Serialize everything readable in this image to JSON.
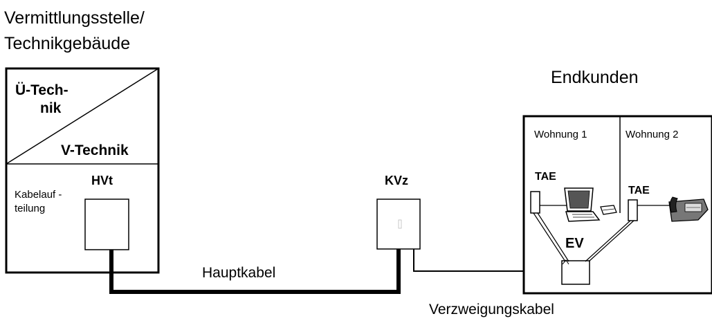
{
  "office": {
    "title_line1": "Vermittlungsstelle/",
    "title_line2": "Technikgebäude",
    "u_technik_line1": "Ü-Tech-",
    "u_technik_line2": "nik",
    "v_technik": "V-Technik",
    "hvt": "HVt",
    "kabelaufteilung_line1": "Kabelauf -",
    "kabelaufteilung_line2": "teilung"
  },
  "kvz": "KVz",
  "hauptkabel": "Hauptkabel",
  "verzweigungskabel": "Verzweigungskabel",
  "customers": {
    "title": "Endkunden",
    "wohnung1": "Wohnung 1",
    "wohnung2": "Wohnung 2",
    "tae1": "TAE",
    "tae2": "TAE",
    "ev": "EV"
  },
  "icons": [
    "laptop-icon",
    "modem-icon",
    "telephone-icon"
  ]
}
